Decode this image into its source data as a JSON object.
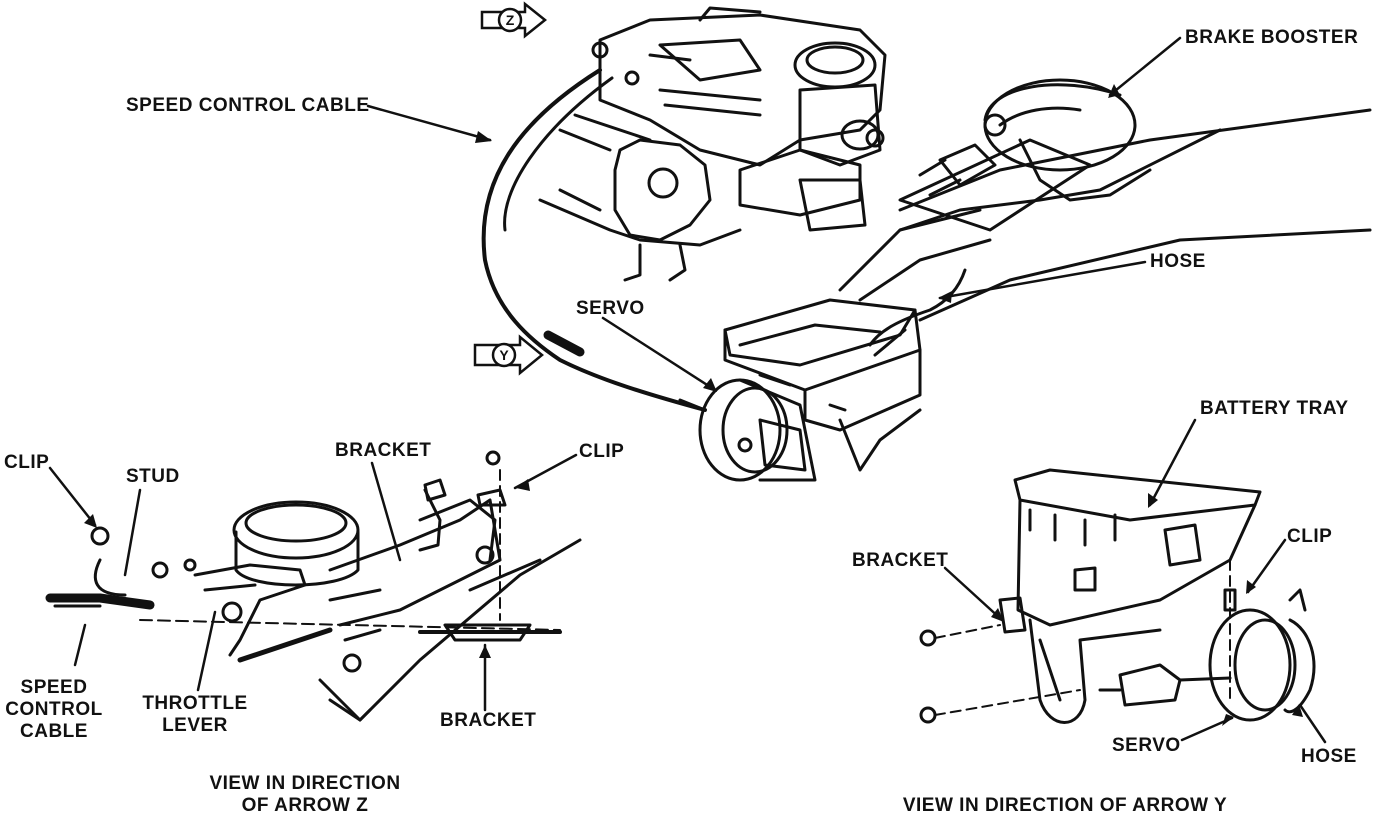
{
  "arrows": {
    "z": "Z",
    "y": "Y"
  },
  "labels": {
    "speed_control_cable": "SPEED CONTROL CABLE",
    "brake_booster": "BRAKE BOOSTER",
    "hose_main": "HOSE",
    "servo_main": "SERVO",
    "battery_tray": "BATTERY TRAY",
    "clip_left": "CLIP",
    "stud": "STUD",
    "bracket_z_top": "BRACKET",
    "clip_z": "CLIP",
    "speed_control_cable_z_1": "SPEED",
    "speed_control_cable_z_2": "CONTROL",
    "speed_control_cable_z_3": "CABLE",
    "throttle_lever_1": "THROTTLE",
    "throttle_lever_2": "LEVER",
    "bracket_z_bottom": "BRACKET",
    "bracket_y": "BRACKET",
    "clip_y": "CLIP",
    "servo_y": "SERVO",
    "hose_y": "HOSE"
  },
  "captions": {
    "view_z_1": "VIEW IN DIRECTION",
    "view_z_2": "OF ARROW Z",
    "view_y": "VIEW IN DIRECTION OF ARROW Y"
  }
}
